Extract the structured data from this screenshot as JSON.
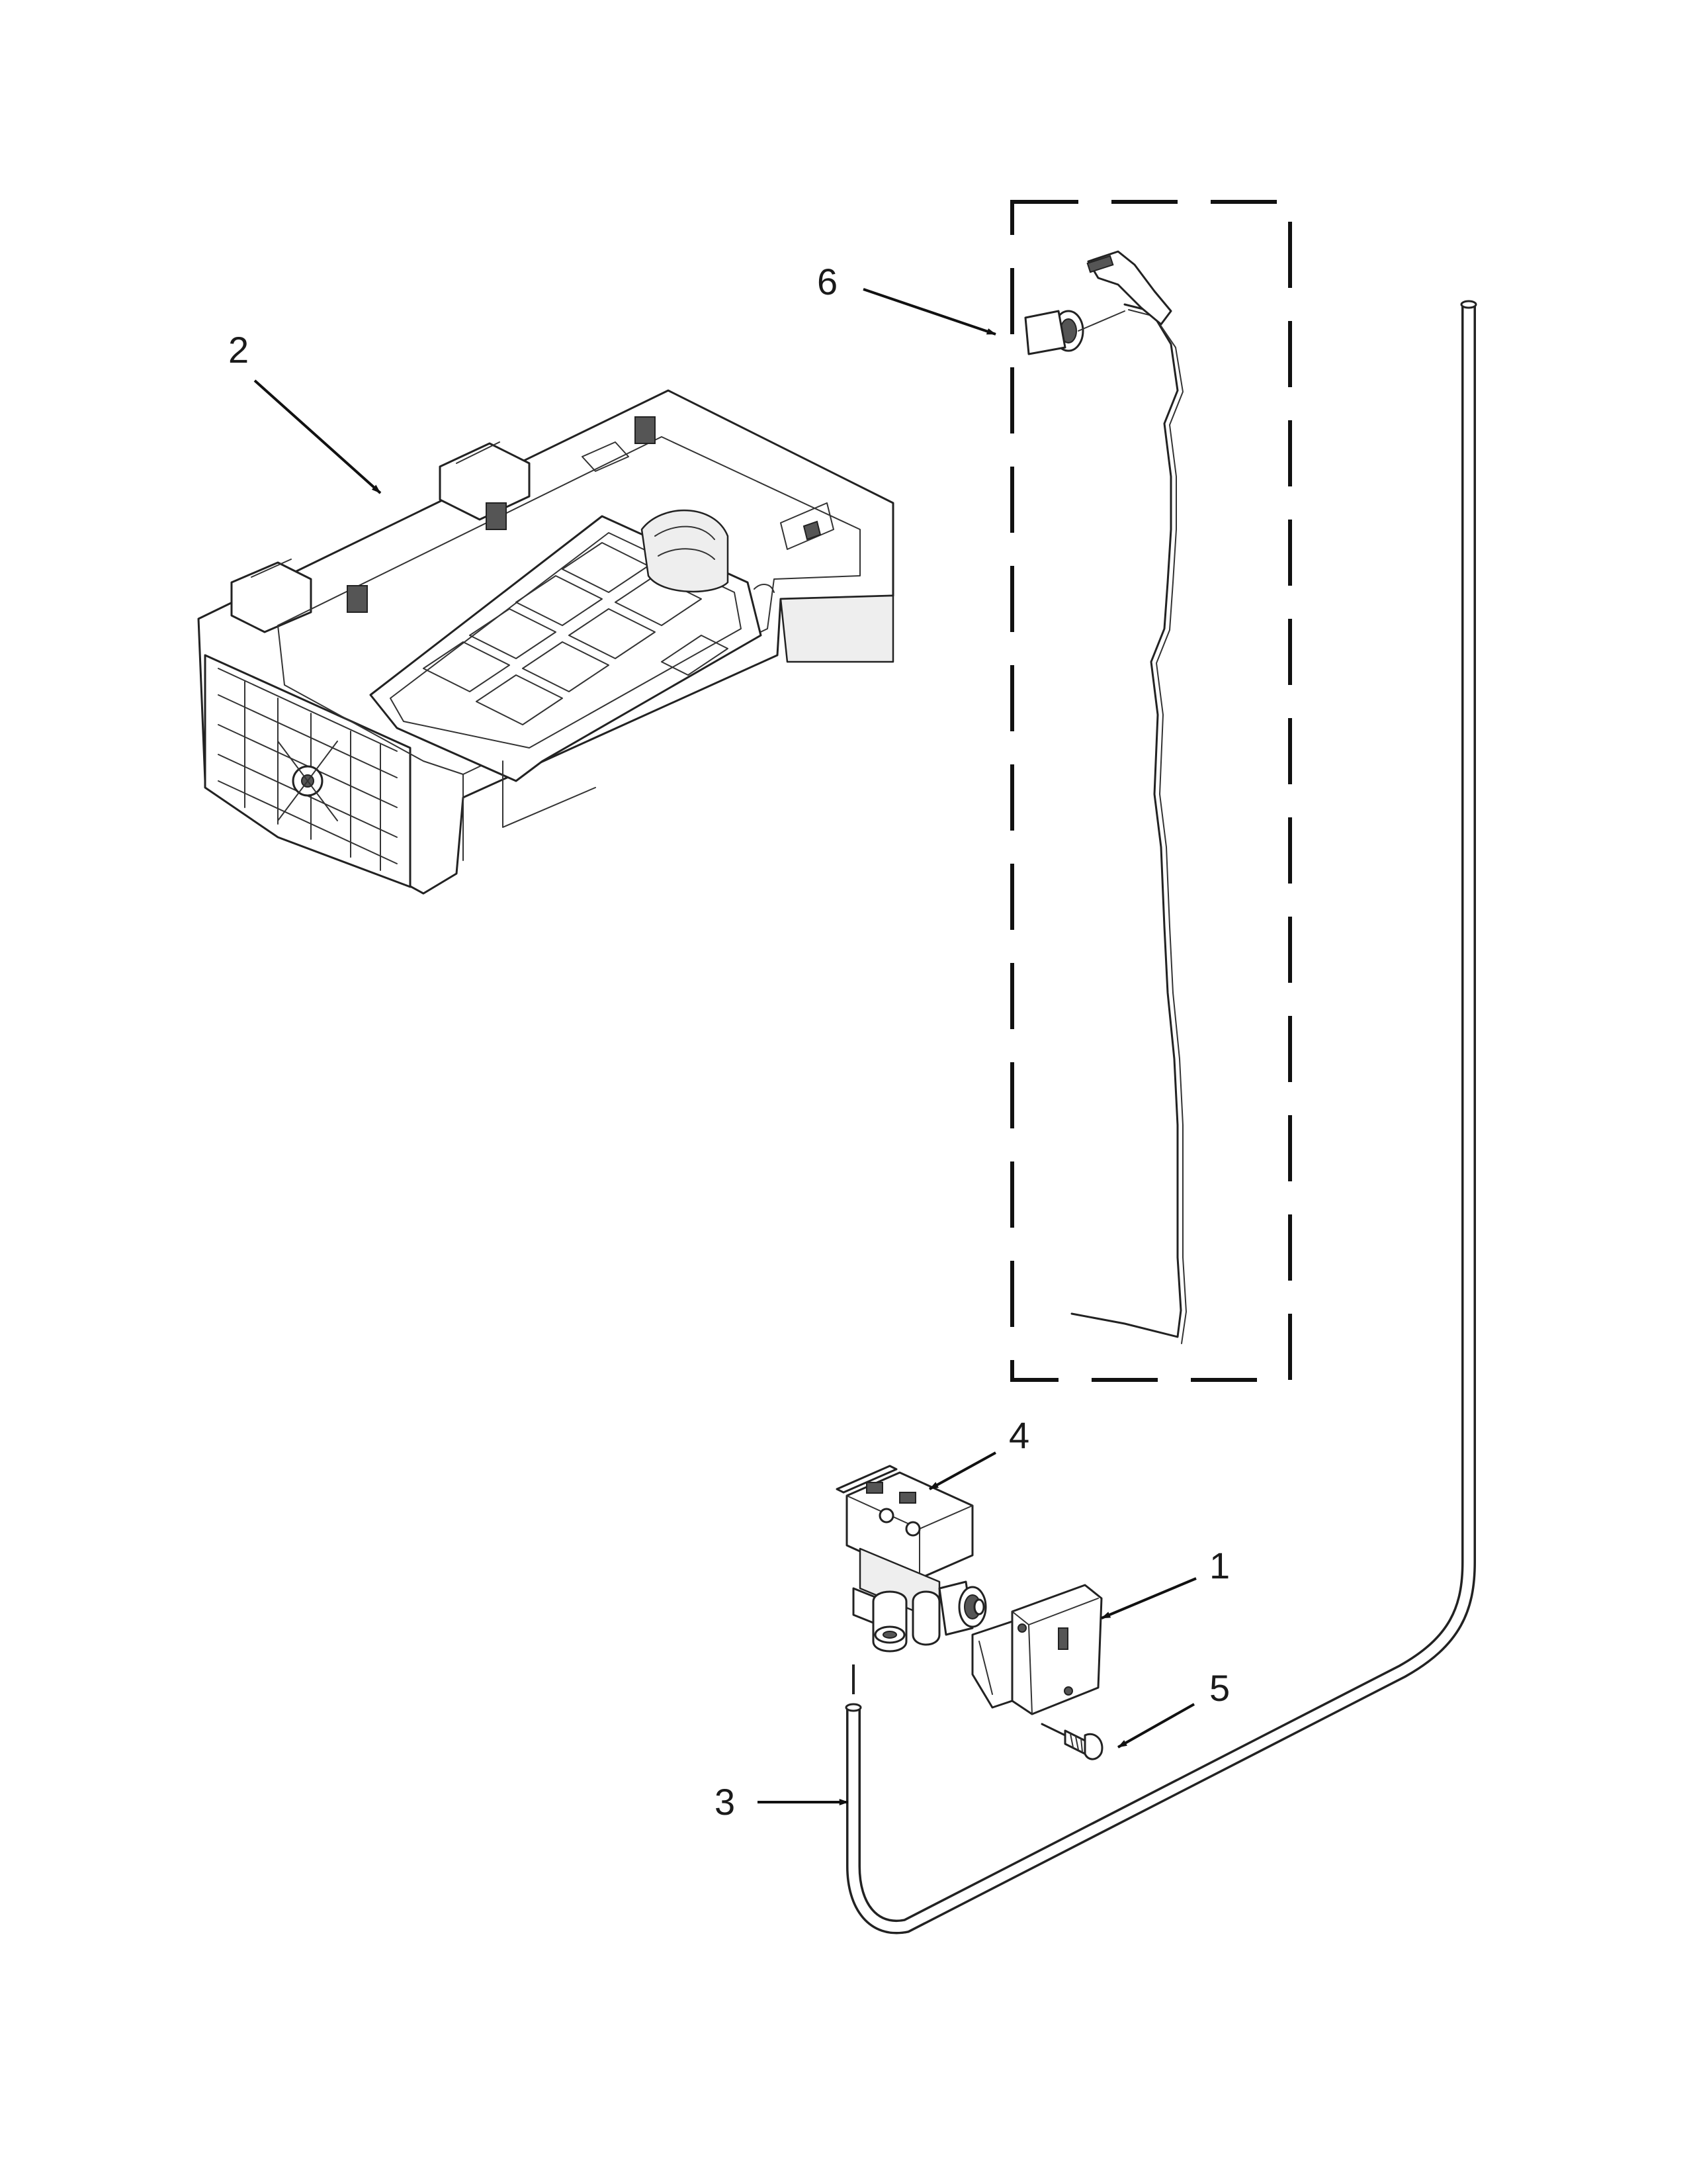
{
  "callouts": [
    {
      "id": "c1",
      "label": "1",
      "part": "valve-bracket"
    },
    {
      "id": "c2",
      "label": "2",
      "part": "icemaker-assembly"
    },
    {
      "id": "c3",
      "label": "3",
      "part": "water-tube-lower"
    },
    {
      "id": "c4",
      "label": "4",
      "part": "water-valve"
    },
    {
      "id": "c5",
      "label": "5",
      "part": "screw"
    },
    {
      "id": "c6",
      "label": "6",
      "part": "fill-tube-assembly"
    }
  ]
}
